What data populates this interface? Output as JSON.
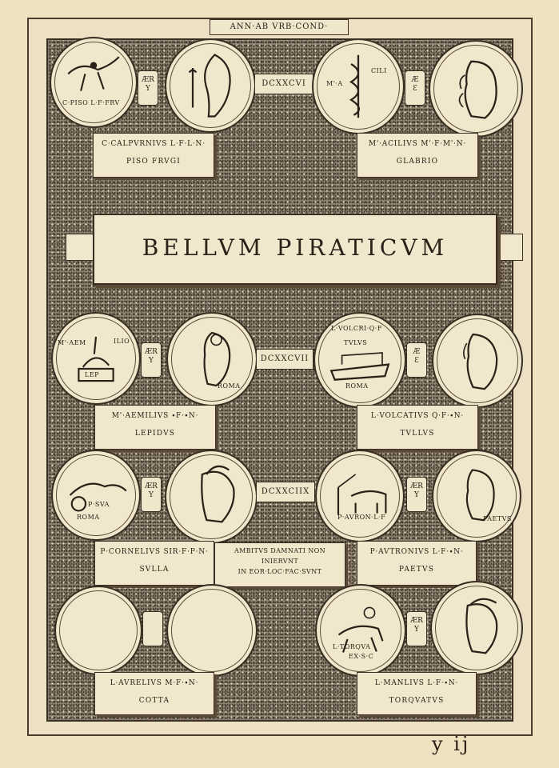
{
  "header": {
    "text": "ANN·AB VRB·COND·"
  },
  "banner": {
    "title": "BELLVM  PIRATICVM"
  },
  "metal_marks": {
    "ar_top": "ÆR",
    "ar_bottom": "Y",
    "ae_top": "Æ",
    "ae_bottom": "Ɛ"
  },
  "years": {
    "y1": "DCXXCVI",
    "y2": "DCXXCVII",
    "y3": "DCXXCIIX"
  },
  "coin_legends": {
    "c1": "C·PISO L·F·FRV",
    "c3a": "M'·A",
    "c3b": "CILI",
    "c5a": "M'·AEM",
    "c5b": "ILIO",
    "c5c": "LEP",
    "c6": "ROMA",
    "c7a": "L·VOLCRI·Q·F",
    "c7b": "TVLVS",
    "c7c": "ROMA",
    "c9a": "P·SVA",
    "c9b": "ROMA",
    "c11": "P·AVRON·L·F",
    "c12": "PAETVS",
    "c15a": "L·TORQVA",
    "c15b": "EX·S·C"
  },
  "tablets": {
    "t1_name": "C·CALPVRNIVS L·F·L·N·",
    "t1_cog": "PISO FRVGI",
    "t2_name": "M'·ACILIVS M'·F·M'·N·",
    "t2_cog": "GLABRIO",
    "t3_name": "M'·AEMILIVS ∙F·∙N·",
    "t3_cog": "LEPIDVS",
    "t4_name": "L·VOLCATIVS Q·F·∙N·",
    "t4_cog": "TVLLVS",
    "t5_name": "P·CORNELIVS SIR·F·P·N·",
    "t5_cog": "SVLLA",
    "t6_name": "P·AVTRONIVS L·F·∙N·",
    "t6_cog": "PAETVS",
    "t7_name": "L·AVRELIVS M·F·∙N·",
    "t7_cog": "COTTA",
    "t8_name": "L·MANLIVS L·F·∙N·",
    "t8_cog": "TORQVATVS"
  },
  "ambitus": {
    "l1": "AMBITVS DAMNATI NON",
    "l2": "INIERVNT",
    "l3": "IN EOR·LOC·FAC·SVNT"
  },
  "page_number": "y ij"
}
